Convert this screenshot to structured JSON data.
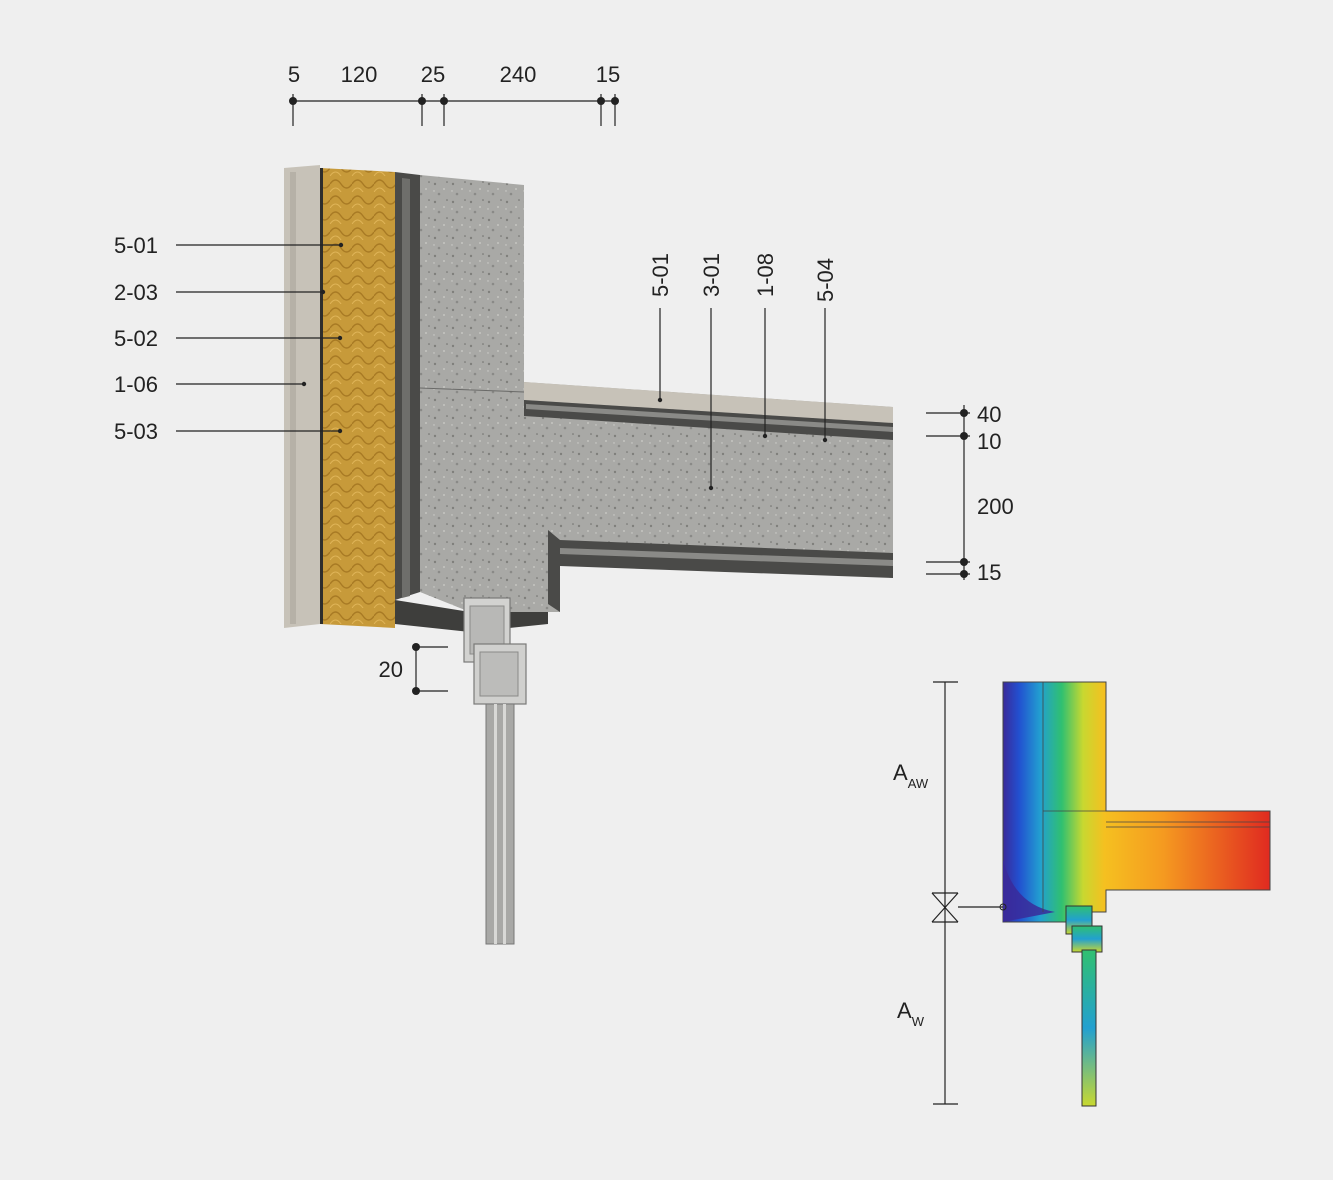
{
  "top_dimensions": [
    "5",
    "120",
    "25",
    "240",
    "15"
  ],
  "left_labels": [
    "5-01",
    "2-03",
    "5-02",
    "1-06",
    "5-03"
  ],
  "slab_labels": [
    "5-01",
    "3-01",
    "1-08",
    "5-04"
  ],
  "right_dimensions": [
    "40",
    "10",
    "200",
    "15"
  ],
  "window_dimension": "20",
  "thermal": {
    "aaw_main": "A",
    "aaw_sub": "AW",
    "aw_main": "A",
    "aw_sub": "W"
  },
  "colors": {
    "background": "#efefef",
    "concrete": "#a9a9a6",
    "render": "#c7c2b8",
    "insulation": "#c79a3a",
    "membrane": "#4a4a48",
    "frame": "#c8c8c8"
  }
}
